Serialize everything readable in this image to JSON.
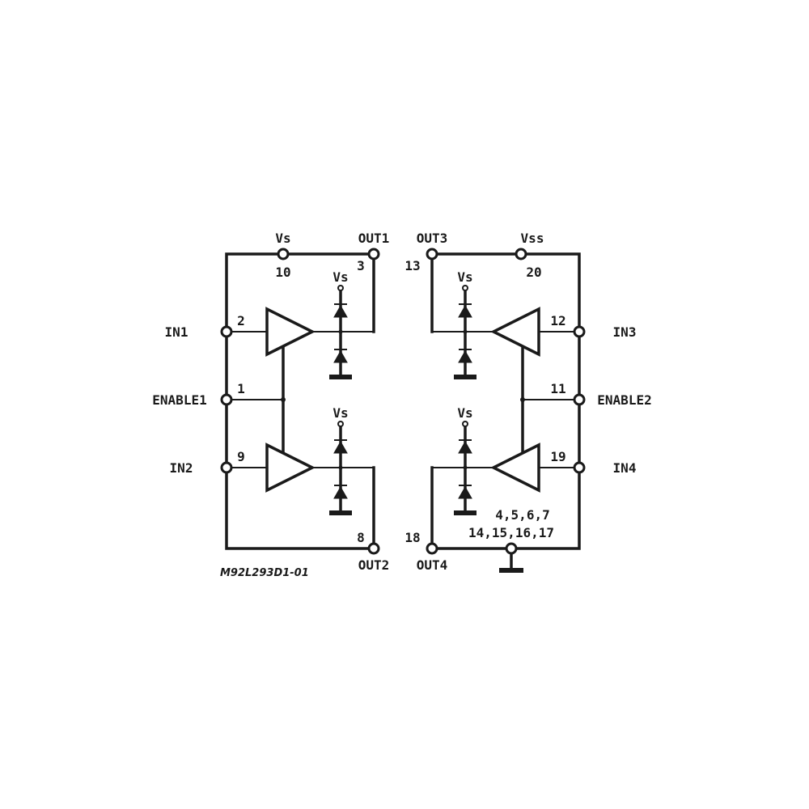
{
  "diagram": {
    "type": "schematic",
    "figure_code": "M92L293D1-01",
    "top_pins": [
      {
        "name": "Vs",
        "number": "10"
      },
      {
        "name": "OUT1",
        "number": "3"
      },
      {
        "name": "OUT3",
        "number": "13"
      },
      {
        "name": "Vss",
        "number": "20"
      }
    ],
    "left_pins": [
      {
        "name": "IN1",
        "number": "2"
      },
      {
        "name": "ENABLE1",
        "number": "1"
      },
      {
        "name": "IN2",
        "number": "9"
      }
    ],
    "right_pins": [
      {
        "name": "IN3",
        "number": "12"
      },
      {
        "name": "ENABLE2",
        "number": "11"
      },
      {
        "name": "IN4",
        "number": "19"
      }
    ],
    "bottom_pins": [
      {
        "name": "OUT2",
        "number": "8"
      },
      {
        "name": "OUT4",
        "number": "18"
      }
    ],
    "ground_pins": {
      "line1": "4,5,6,7",
      "line2": "14,15,16,17"
    },
    "diode_supply_label": "Vs",
    "drivers": [
      {
        "id": "driver-1",
        "input": "IN1",
        "output": "OUT1",
        "enable": "ENABLE1"
      },
      {
        "id": "driver-2",
        "input": "IN2",
        "output": "OUT2",
        "enable": "ENABLE1"
      },
      {
        "id": "driver-3",
        "input": "IN3",
        "output": "OUT3",
        "enable": "ENABLE2"
      },
      {
        "id": "driver-4",
        "input": "IN4",
        "output": "OUT4",
        "enable": "ENABLE2"
      }
    ]
  }
}
